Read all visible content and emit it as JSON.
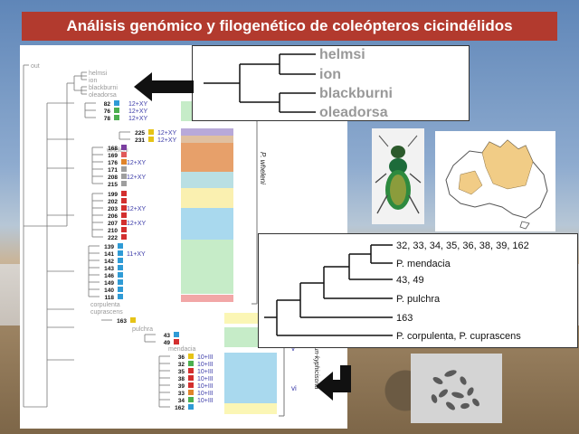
{
  "title": "Análisis genómico y filogenético de coleópteros cicindélidos",
  "tree": {
    "outgroups": [
      "out",
      "helmsi",
      "ion",
      "blackburni",
      "oleadorsa"
    ],
    "wheleni_label": "wheleni",
    "corpulenta_label": "corpulenta",
    "cuprascens_label": "cuprascens",
    "pulchra_label": "pulchra",
    "mendacia_label": "mendacia",
    "group1": [
      {
        "id": "82",
        "color": "#2f9bd6",
        "kary": "12+XY"
      },
      {
        "id": "76",
        "color": "#4caf50",
        "kary": "12+XY"
      },
      {
        "id": "78",
        "color": "#4caf50",
        "kary": "12+XY"
      }
    ],
    "group2": [
      {
        "id": "225",
        "color": "#e6c317",
        "kary": "12+XY"
      },
      {
        "id": "231",
        "color": "#e6c317",
        "kary": "12+XY"
      }
    ],
    "group3": [
      {
        "id": "168",
        "color": "#7b3fa0",
        "kary": ""
      },
      {
        "id": "169",
        "color": "#e05a5a",
        "kary": ""
      },
      {
        "id": "176",
        "color": "#e0842a",
        "kary": "12+XY"
      },
      {
        "id": "171",
        "color": "#9e9e9e",
        "kary": ""
      },
      {
        "id": "208",
        "color": "#9e9e9e",
        "kary": "12+XY"
      },
      {
        "id": "215",
        "color": "#9e9e9e",
        "kary": ""
      }
    ],
    "group4": [
      {
        "id": "199",
        "color": "#d32f2f",
        "kary": ""
      },
      {
        "id": "202",
        "color": "#d32f2f",
        "kary": ""
      },
      {
        "id": "203",
        "color": "#d32f2f",
        "kary": "12+XY"
      },
      {
        "id": "206",
        "color": "#d32f2f",
        "kary": ""
      },
      {
        "id": "207",
        "color": "#d32f2f",
        "kary": "12+XY"
      },
      {
        "id": "210",
        "color": "#d32f2f",
        "kary": ""
      },
      {
        "id": "222",
        "color": "#d32f2f",
        "kary": ""
      }
    ],
    "group5": [
      {
        "id": "139",
        "color": "#2f9bd6",
        "kary": ""
      },
      {
        "id": "141",
        "color": "#2f9bd6",
        "kary": "11+XY"
      },
      {
        "id": "142",
        "color": "#2f9bd6",
        "kary": ""
      },
      {
        "id": "143",
        "color": "#2f9bd6",
        "kary": ""
      },
      {
        "id": "146",
        "color": "#2f9bd6",
        "kary": ""
      },
      {
        "id": "149",
        "color": "#2f9bd6",
        "kary": ""
      },
      {
        "id": "140",
        "color": "#2f9bd6",
        "kary": ""
      },
      {
        "id": "118",
        "color": "#2f9bd6",
        "kary": ""
      }
    ],
    "group6": [
      {
        "id": "163",
        "color": "#e6c317",
        "kary": ""
      }
    ],
    "group7": [
      {
        "id": "43",
        "color": "#2f9bd6",
        "kary": ""
      },
      {
        "id": "49",
        "color": "#d32f2f",
        "kary": ""
      }
    ],
    "group8": [
      {
        "id": "36",
        "color": "#e6c317",
        "kary": "10+III"
      },
      {
        "id": "32",
        "color": "#4caf50",
        "kary": "10+III"
      },
      {
        "id": "35",
        "color": "#d32f2f",
        "kary": "10+III"
      },
      {
        "id": "38",
        "color": "#d32f2f",
        "kary": "10+III"
      },
      {
        "id": "39",
        "color": "#d32f2f",
        "kary": "10+III"
      },
      {
        "id": "33",
        "color": "#e0842a",
        "kary": "10+III"
      },
      {
        "id": "34",
        "color": "#4caf50",
        "kary": "10+III"
      },
      {
        "id": "162",
        "color": "#2f9bd6",
        "kary": ""
      }
    ],
    "p_wheleni": "P. wheleni",
    "p_bottom": "ambun-kyphicisona",
    "roman_v": "v",
    "roman_vi": "vi",
    "segments": [
      {
        "color": "#b8a9d9"
      },
      {
        "color": "#e0c0a0"
      },
      {
        "color": "#e7a06a"
      },
      {
        "color": "#b9dfe3"
      },
      {
        "color": "#faf0b0"
      },
      {
        "color": "#a9d9ee"
      },
      {
        "color": "#c6ecc8"
      },
      {
        "color": "#f2a7a7"
      }
    ]
  },
  "zoom1": {
    "labels": [
      "helmsi",
      "ion",
      "blackburni",
      "oleadorsa"
    ]
  },
  "zoom2": {
    "labels": [
      "32, 33, 34, 35, 36, 38, 39, 162",
      "P. mendacia",
      "43, 49",
      "P. pulchra",
      "163",
      "P. corpulenta, P. cuprascens"
    ]
  }
}
